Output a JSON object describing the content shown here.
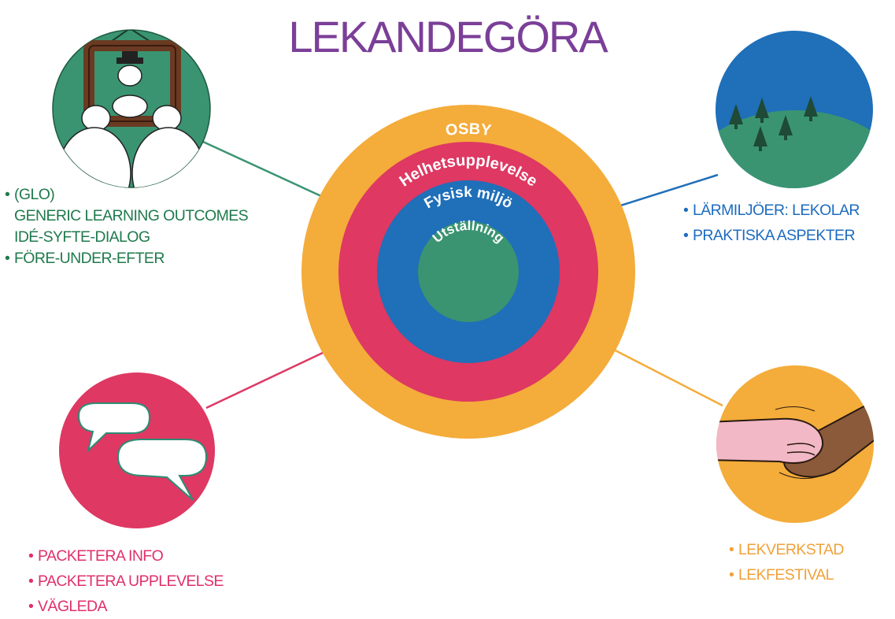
{
  "title": {
    "text": "LEKANDEGÖRA"
  },
  "colors": {
    "title": "#7b3f98",
    "orange": "#f4ac3a",
    "red": "#de3863",
    "blue": "#1f6fb9",
    "green": "#3a9471",
    "pink_text": "#e0306a",
    "green_text": "#1f7a4c",
    "blue_text": "#1d6cbf",
    "orange_text": "#f0a23a"
  },
  "rings": [
    {
      "label": "OSBY",
      "color": "#f4ac3a"
    },
    {
      "label": "Helhetsupplevelse",
      "color": "#de3863"
    },
    {
      "label": "Fysisk miljö",
      "color": "#1f6fb9"
    },
    {
      "label": "Utställning",
      "color": "#3a9471"
    }
  ],
  "satellites": {
    "top_left": {
      "icon": "framed-portrait-icon",
      "bullets": [
        {
          "bullet": true,
          "text": "(GLO)"
        },
        {
          "bullet": false,
          "text": "GENERIC LEARNING OUTCOMES"
        },
        {
          "bullet": false,
          "text": "IDÉ-SYFTE-DIALOG"
        },
        {
          "bullet": true,
          "text": "FÖRE-UNDER-EFTER"
        }
      ]
    },
    "top_right": {
      "icon": "forest-hill-icon",
      "bullets": [
        {
          "bullet": true,
          "text": "LÄRMILJÖER: LEKOLAR"
        },
        {
          "bullet": true,
          "text": "PRAKTISKA ASPEKTER"
        }
      ]
    },
    "bottom_left": {
      "icon": "speech-bubbles-icon",
      "bullets": [
        {
          "bullet": true,
          "text": "PACKETERA INFO"
        },
        {
          "bullet": true,
          "text": "PACKETERA UPPLEVELSE"
        },
        {
          "bullet": true,
          "text": "VÄGLEDA"
        }
      ]
    },
    "bottom_right": {
      "icon": "handshake-icon",
      "bullets": [
        {
          "bullet": true,
          "text": "LEKVERKSTAD"
        },
        {
          "bullet": true,
          "text": "LEKFESTIVAL"
        }
      ]
    }
  }
}
